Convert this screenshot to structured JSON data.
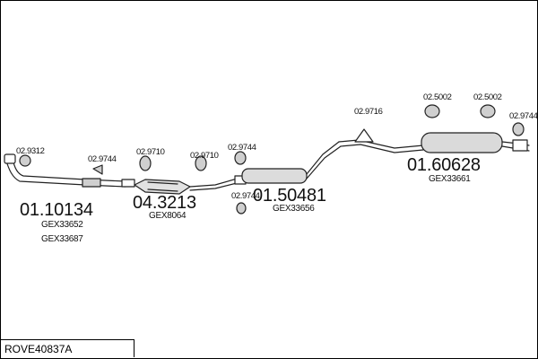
{
  "diagram_code": "ROVE40837A",
  "sections": [
    {
      "part_no": "01.10134",
      "refs": [
        "GEX33652",
        "GEX33687"
      ]
    },
    {
      "part_no": "04.3213",
      "refs": [
        "GEX8064"
      ]
    },
    {
      "part_no": "01.50481",
      "refs": [
        "GEX33656"
      ]
    },
    {
      "part_no": "01.60628",
      "refs": [
        "GEX33661"
      ]
    }
  ],
  "small_parts": [
    "02.9312",
    "02.9744",
    "02.9710",
    "02.9710",
    "02.9744",
    "02.9744",
    "02.9716",
    "02.5002",
    "02.5002",
    "02.9744"
  ],
  "colors": {
    "line": "#222222",
    "fill": "#ffffff",
    "shade": "#bdbdbd"
  }
}
